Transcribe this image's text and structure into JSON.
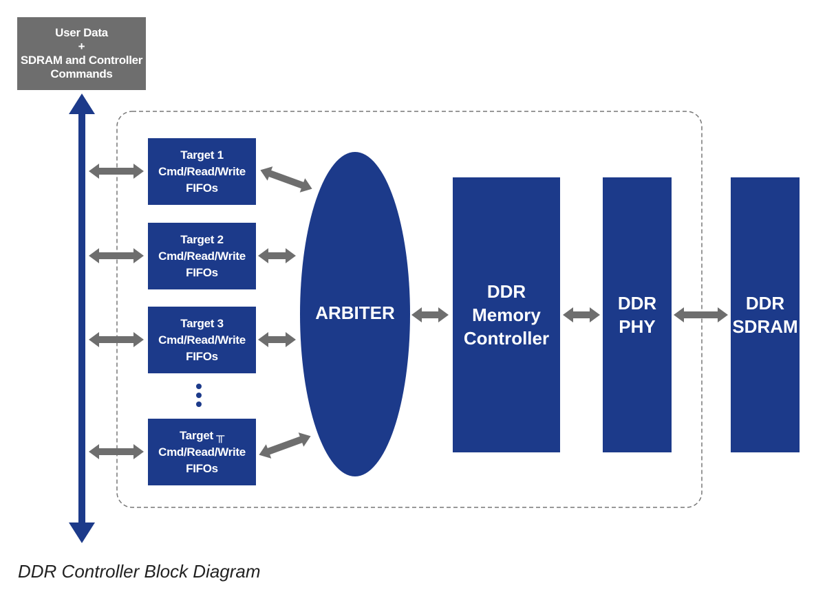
{
  "source_box": {
    "line1": "User Data",
    "line2": "+",
    "line3": "SDRAM and Controller",
    "line4": "Commands"
  },
  "targets": [
    {
      "title": "Target 1",
      "line2": "Cmd/Read/Write",
      "line3": "FIFOs"
    },
    {
      "title": "Target 2",
      "line2": "Cmd/Read/Write",
      "line3": "FIFOs"
    },
    {
      "title": "Target 3",
      "line2": "Cmd/Read/Write",
      "line3": "FIFOs"
    },
    {
      "title": "Target ╥",
      "line2": "Cmd/Read/Write",
      "line3": "FIFOs"
    }
  ],
  "arbiter": {
    "label": "ARBITER"
  },
  "memory_controller": {
    "line1": "DDR",
    "line2": "Memory",
    "line3": "Controller"
  },
  "phy": {
    "line1": "DDR",
    "line2": "PHY"
  },
  "sdram": {
    "line1": "DDR",
    "line2": "SDRAM"
  },
  "caption": "DDR Controller Block Diagram",
  "colors": {
    "block": "#1c3a8a",
    "connector": "#6e6e6e",
    "source_box": "#6e6e6e",
    "boundary": "#777777"
  }
}
